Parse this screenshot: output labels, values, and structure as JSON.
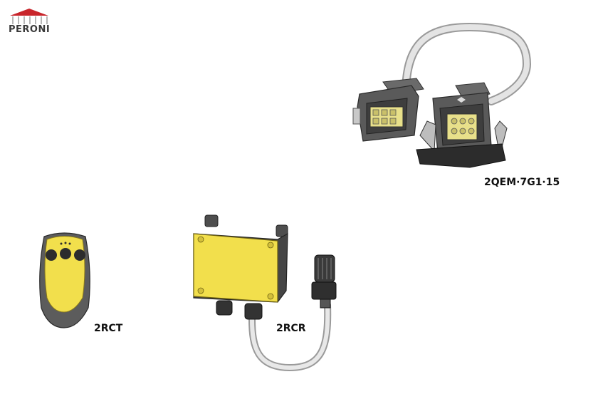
{
  "brand": {
    "name": "PERONI",
    "accent": "#c8252b"
  },
  "products": [
    {
      "code": "2QEM·7G1·15",
      "icon": "connector-cable-icon"
    },
    {
      "code": "2RCT",
      "icon": "remote-transmitter-icon"
    },
    {
      "code": "2RCR",
      "icon": "receiver-box-icon"
    }
  ],
  "colors": {
    "yellow": "#f2df4c",
    "dark": "#4a4a4a",
    "grey": "#8c8c8c"
  }
}
